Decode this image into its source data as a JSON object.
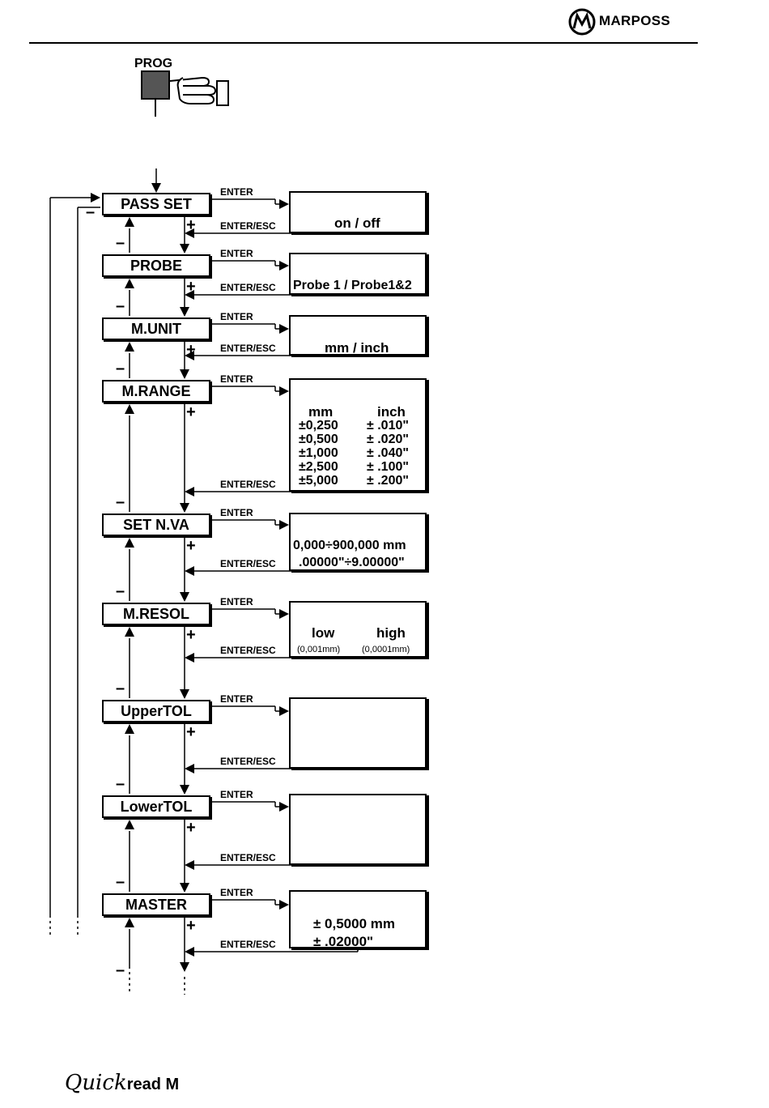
{
  "header": {
    "brand": "MARPOSS"
  },
  "prog_button": {
    "label": "PROG"
  },
  "labels": {
    "enter": "ENTER",
    "enter_esc": "ENTER/ESC",
    "plus": "+",
    "minus": "–"
  },
  "menu": [
    {
      "label": "PASS SET",
      "options": [
        "on / off"
      ]
    },
    {
      "label": "PROBE",
      "options": [
        "Probe 1 / Probe1&2"
      ]
    },
    {
      "label": "M.UNIT",
      "options": [
        "mm / inch"
      ]
    },
    {
      "label": "M.RANGE",
      "mm_header": "mm",
      "inch_header": "inch",
      "mm_values": [
        "±0,250",
        "±0,500",
        "±1,000",
        "±2,500",
        "±5,000"
      ],
      "inch_values": [
        "± .010\"",
        "± .020\"",
        "± .040\"",
        "± .100\"",
        "± .200\""
      ]
    },
    {
      "label": "SET N.VA",
      "options": [
        "0,000÷900,000 mm",
        ".00000\"÷9.00000\""
      ]
    },
    {
      "label": "M.RESOL",
      "low": "low",
      "low_note": "(0,001mm)",
      "high": "high",
      "high_note": "(0,0001mm)"
    },
    {
      "label": "UpperTOL",
      "options": []
    },
    {
      "label": "LowerTOL",
      "options": []
    },
    {
      "label": "MASTER",
      "options": [
        "± 0,5000 mm",
        "± .02000\""
      ]
    }
  ],
  "footer": {
    "title_script": "Quick",
    "title_bold": "read M"
  }
}
